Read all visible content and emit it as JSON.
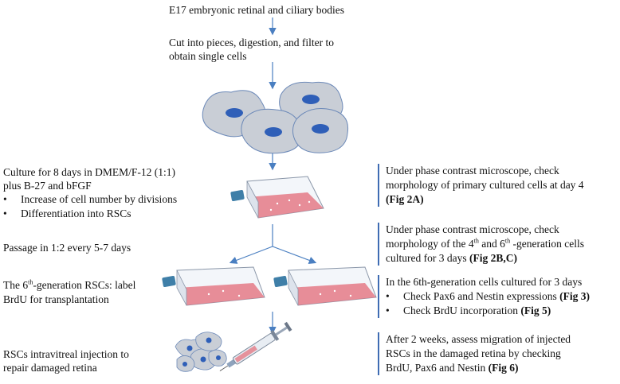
{
  "flow": {
    "step1": "E17 embryonic retinal and ciliary bodies",
    "step2_line1": "Cut into pieces, digestion, and filter to",
    "step2_line2": "obtain single cells"
  },
  "left": {
    "culture_line1": "Culture for 8 days in DMEM/F-12 (1:1)",
    "culture_line2": "plus B-27 and bFGF",
    "bullets": [
      "Increase of cell number by divisions",
      "Differentiation into RSCs"
    ],
    "passage": "Passage in 1:2 every 5-7 days",
    "label_a": "The 6",
    "label_sup": "th",
    "label_b": "-generation RSCs: label",
    "label_line2": "BrdU for transplantation",
    "inject_line1": "RSCs intravitreal injection to",
    "inject_line2": "repair damaged retina"
  },
  "right": {
    "n1_line1": "Under phase contrast microscope, check",
    "n1_line2": "morphology of primary cultured cells at day 4",
    "n1_ref": "(Fig 2A)",
    "n2_line1": "Under phase contrast microscope, check",
    "n2_a": "morphology of the 4",
    "n2_sup1": "th",
    "n2_b": " and 6",
    "n2_sup2": "th",
    "n2_c": " -generation cells",
    "n2_d": "cultured for 3 days ",
    "n2_ref": "(Fig 2B,C)",
    "n3_line1": "In the 6th-generation cells cultured for 3 days",
    "n3_b1": "Check Pax6 and Nestin expressions ",
    "n3_b1_ref": "(Fig 3)",
    "n3_b2": "Check BrdU incorporation ",
    "n3_b2_ref": "(Fig 5)",
    "n4_line1": "After 2 weeks, assess migration of injected",
    "n4_line2": "RSCs in the damaged retina by checking",
    "n4_line3": "BrdU, Pax6 and Nestin ",
    "n4_ref": "(Fig 6)"
  },
  "colors": {
    "arrow": "#4a7fc1",
    "cell_fill": "#c9ced6",
    "nucleus": "#2f5fb8",
    "flask_liquid": "#e47a86",
    "note_bar": "#3f6cb3"
  }
}
